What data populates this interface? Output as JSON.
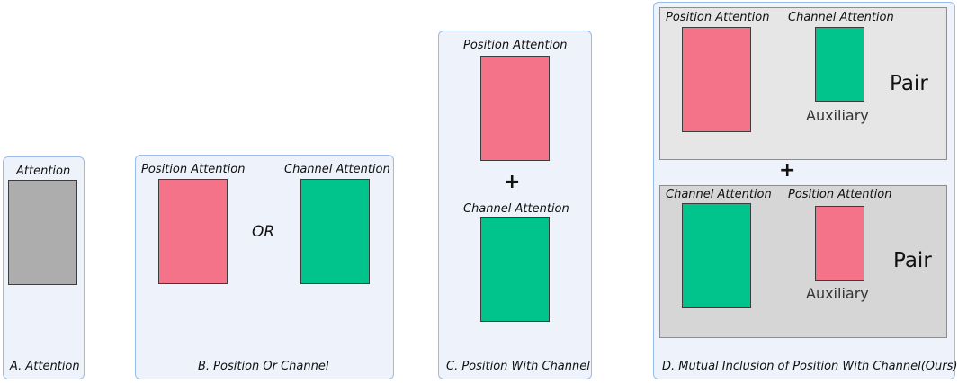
{
  "panel_a": {
    "top_label": "Attention",
    "caption": "A. Attention"
  },
  "panel_b": {
    "left_label": "Position Attention",
    "right_label": "Channel Attention",
    "connector": "OR",
    "caption": "B. Position Or Channel"
  },
  "panel_c": {
    "top_label": "Position Attention",
    "connector": "+",
    "bottom_label": "Channel Attention",
    "caption": "C. Position With Channel"
  },
  "panel_d": {
    "upper": {
      "left_label": "Position Attention",
      "right_label": "Channel Attention",
      "pair": "Pair",
      "auxiliary": "Auxiliary"
    },
    "connector": "+",
    "lower": {
      "left_label": "Channel Attention",
      "right_label": "Position Attention",
      "pair": "Pair",
      "auxiliary": "Auxiliary"
    },
    "caption": "D. Mutual Inclusion of Position With Channel(Ours)"
  },
  "colors": {
    "position": "#f57388",
    "channel": "#00c48c",
    "generic": "#adadad",
    "panel_bg": "#eef2fb",
    "panel_border": "#9bbbe8"
  }
}
